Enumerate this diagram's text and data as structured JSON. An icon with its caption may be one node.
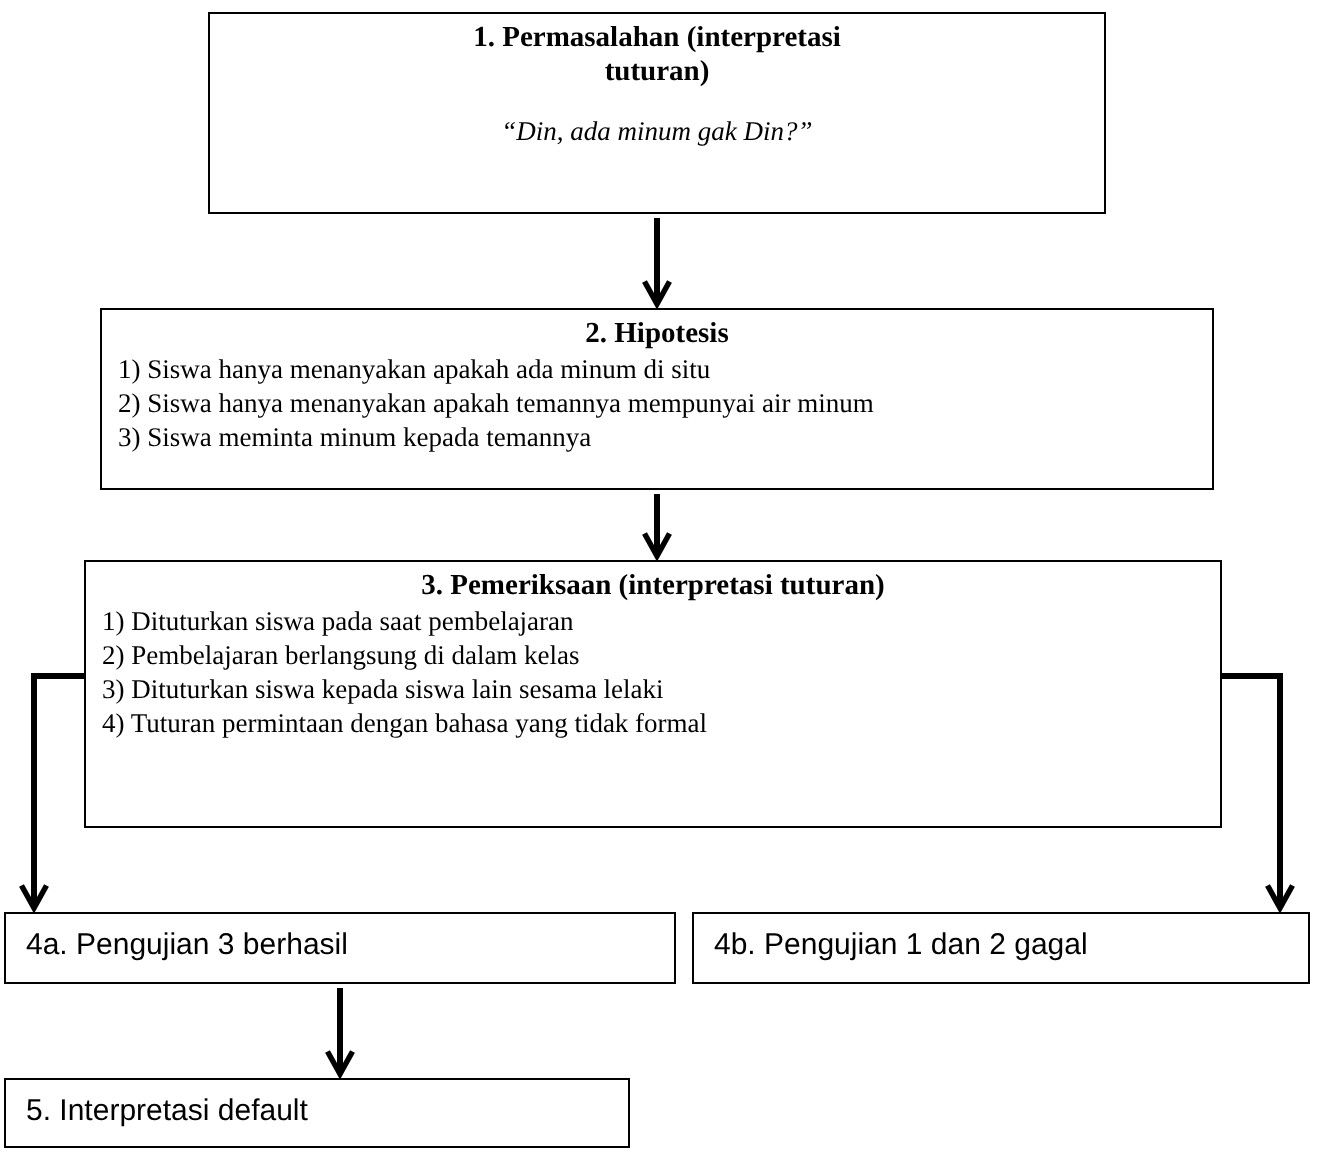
{
  "diagram": {
    "nodes": [
      {
        "text": [
          "1. Permasalahan (interpretasi tuturan)",
          "“Din, ada minum gak Din?”"
        ]
      },
      {
        "text": [
          "2. Hipotesis",
          "1) Siswa hanya menanyakan apakah ada minum di situ",
          "2) Siswa hanya menanyakan apakah temannya mempunyai air minum",
          "3) Siswa meminta minum kepada temannya"
        ]
      },
      {
        "text": [
          "3. Pemeriksaan (interpretasi tuturan)",
          "1) Dituturkan siswa pada saat pembelajaran",
          "2) Pembelajaran berlangsung di dalam kelas",
          "3) Dituturkan siswa kepada siswa lain sesama lelaki",
          "4) Tuturan permintaan dengan bahasa yang tidak formal"
        ]
      },
      {
        "text": [
          "4a. Pengujian 3 berhasil"
        ]
      },
      {
        "text": [
          "4b. Pengujian 1 dan 2  gagal"
        ]
      },
      {
        "text": [
          "5. Interpretasi default"
        ]
      }
    ],
    "edges": [
      {
        "from": 0,
        "to": 1,
        "arrow": "to"
      },
      {
        "from": 1,
        "to": 2,
        "arrow": "to"
      },
      {
        "from": 2,
        "to": 3,
        "arrow": "to"
      },
      {
        "from": 2,
        "to": 4,
        "arrow": "to"
      },
      {
        "from": 3,
        "to": 5,
        "arrow": "to"
      }
    ]
  }
}
